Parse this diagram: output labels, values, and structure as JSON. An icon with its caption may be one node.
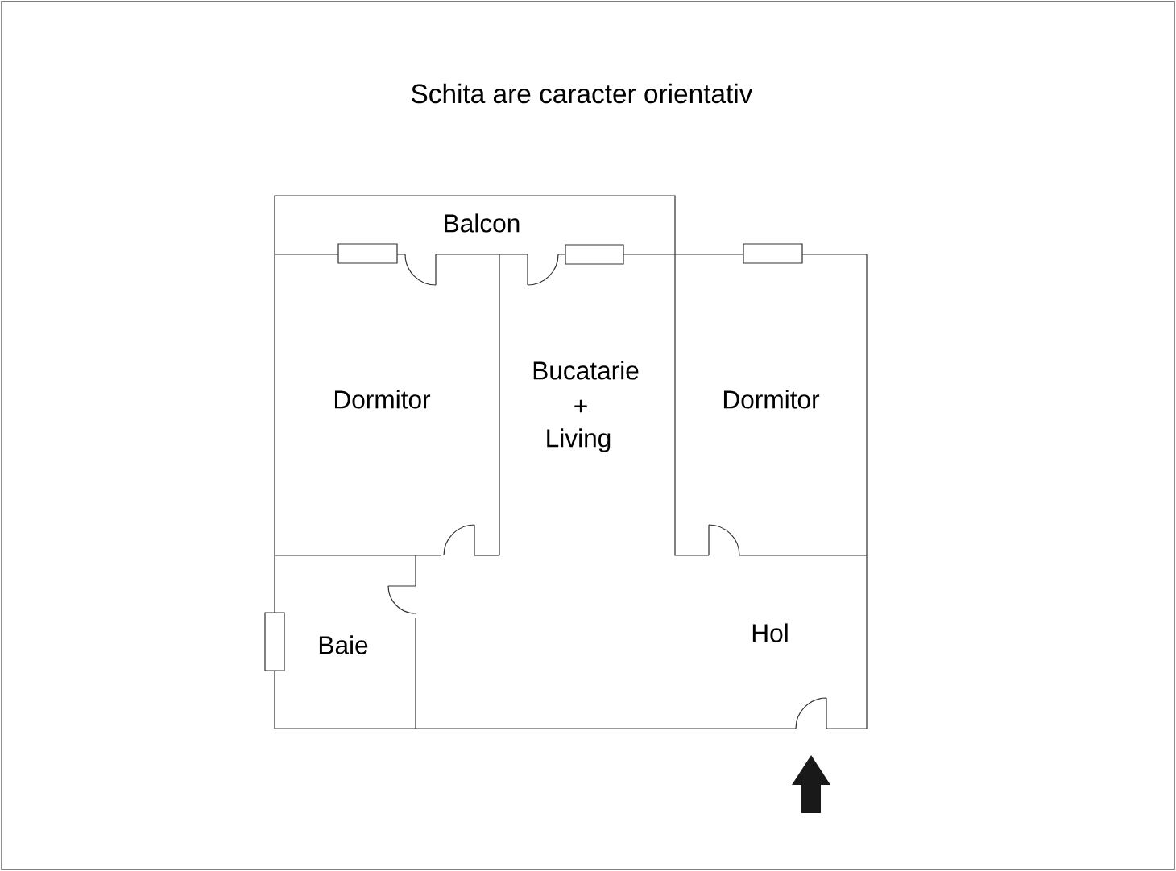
{
  "diagram": {
    "title": "Schita are caracter orientativ",
    "labels": [
      "Balcon",
      "Dormitor",
      "Bucatarie",
      "+",
      "Living",
      "Dormitor",
      "Baie",
      "Hol"
    ]
  }
}
